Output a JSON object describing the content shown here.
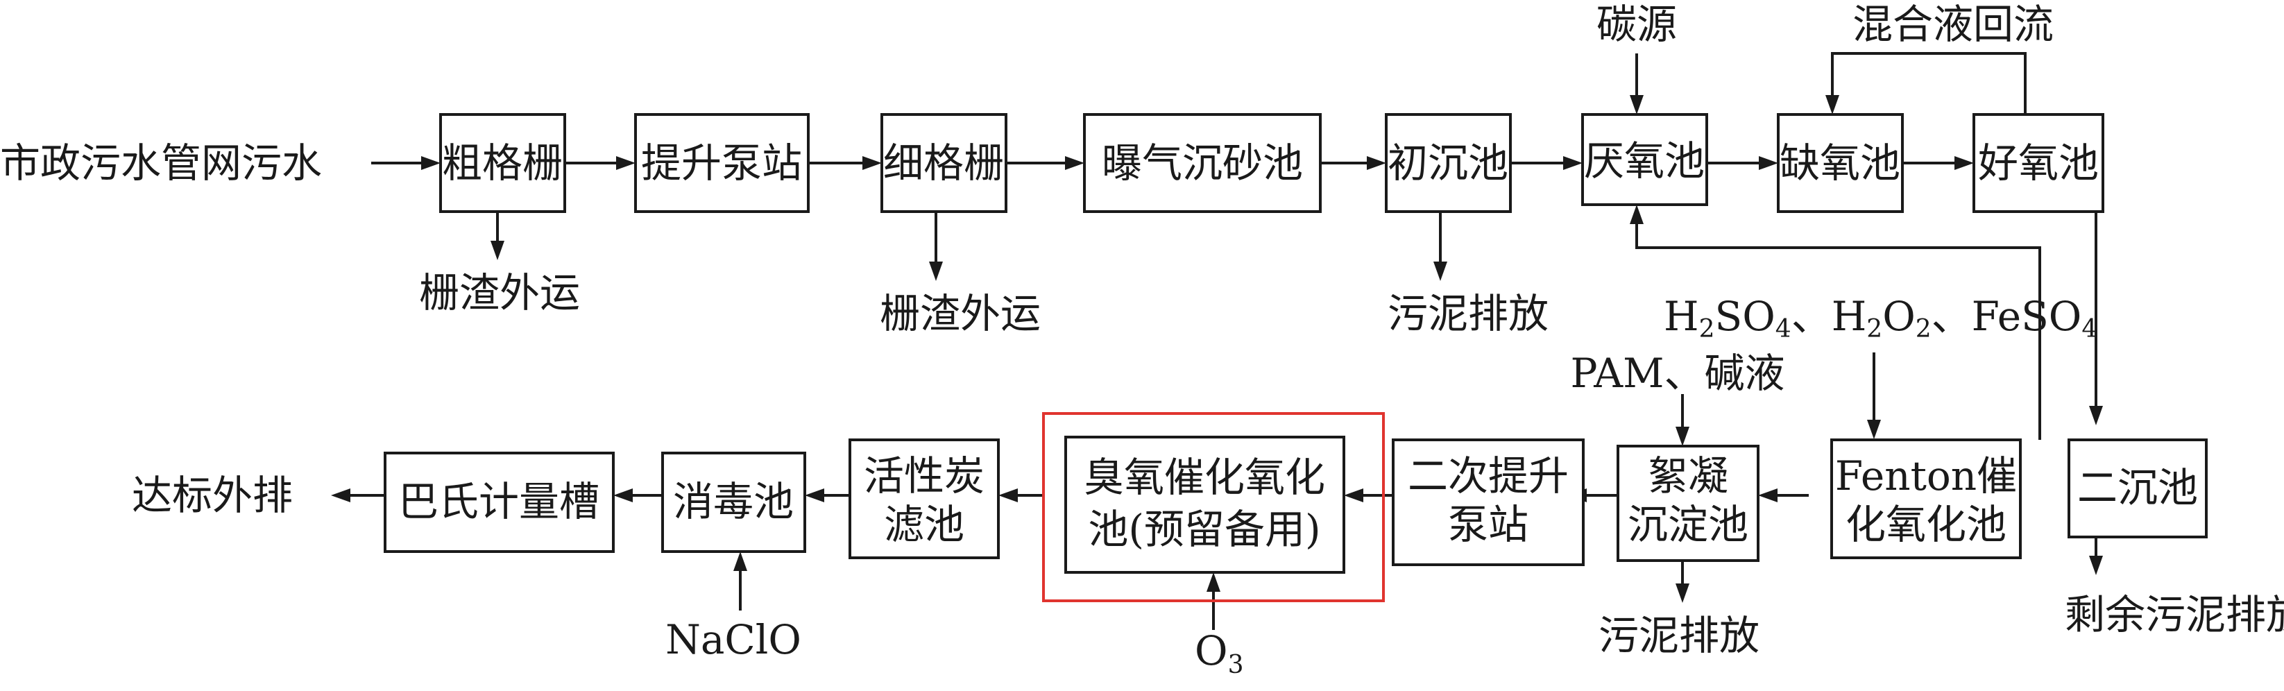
{
  "diagram": {
    "source_label": "市政污水管网污水",
    "nodes": {
      "coarse_screen": "粗格栅",
      "lift_pump": "提升泵站",
      "fine_screen": "细格栅",
      "aerated_grit": "曝气沉砂池",
      "primary_clarifier": "初沉池",
      "anaerobic": "厌氧池",
      "anoxic": "缺氧池",
      "aerobic": "好氧池",
      "secondary_clarifier": "二沉池",
      "fenton": [
        "Fenton催",
        "化氧化池"
      ],
      "coag_sed": [
        "絮凝",
        "沉淀池"
      ],
      "second_lift": [
        "二次提升",
        "泵站"
      ],
      "ozone": [
        "臭氧催化氧化",
        "池(预留备用)"
      ],
      "activated_carbon": [
        "活性炭",
        "滤池"
      ],
      "disinfection": "消毒池",
      "parshall": "巴氏计量槽"
    },
    "labels": {
      "screenings_1": "栅渣外运",
      "screenings_2": "栅渣外运",
      "sludge_primary": "污泥排放",
      "carbon_source": "碳源",
      "mixed_liquor_return": "混合液回流",
      "fenton_chem": {
        "h2": "H",
        "s2": "2",
        "so4a": "SO",
        "s4a": "4",
        "sep1": "、H",
        "s2b": "2",
        "o": "O",
        "s2c": "2",
        "sep2": "、FeSO",
        "s4b": "4"
      },
      "pam": "PAM、碱液",
      "sludge_coag": "污泥排放",
      "excess_sludge": "剩余污泥排放",
      "naclo": "NaClO",
      "ozone_input": {
        "o": "O",
        "sub": "3"
      },
      "discharge": "达标外排"
    },
    "colors": {
      "line": "#1a1a1a",
      "highlight": "#e0342f"
    }
  }
}
